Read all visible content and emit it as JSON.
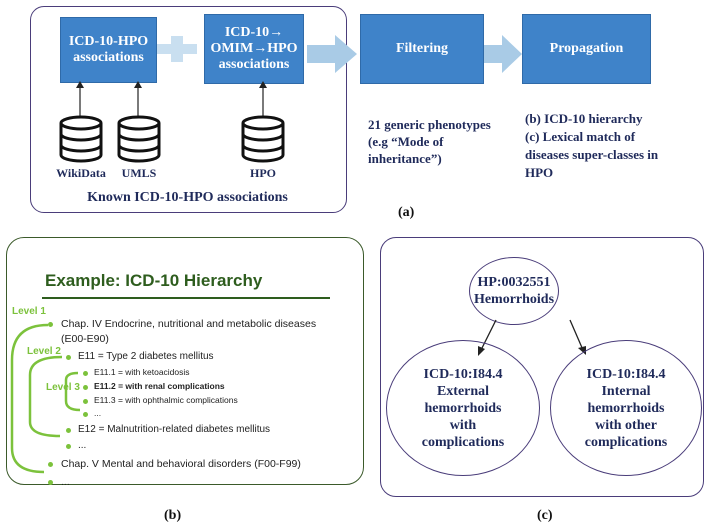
{
  "panel_a": {
    "box1": "ICD-10-HPO associations",
    "box2": "ICD-10→ OMIM→HPO associations",
    "box3": "Filtering",
    "box4": "Propagation",
    "db_wikidata": "WikiData",
    "db_umls": "UMLS",
    "db_hpo": "HPO",
    "frame_caption": "Known ICD-10-HPO associations",
    "filter_note_1": "21 generic phenotypes",
    "filter_note_2": "(e.g “Mode of",
    "filter_note_3": "inheritance”)",
    "prop_note_1": "(b) ICD-10 hierarchy",
    "prop_note_2": "(c) Lexical match of",
    "prop_note_3": "diseases super-classes in",
    "prop_note_4": "HPO",
    "label": "(a)"
  },
  "panel_b": {
    "title": "Example: ICD-10 Hierarchy",
    "level1": "Level 1",
    "level2": "Level 2",
    "level3": "Level 3",
    "chap4_a": "Chap. IV Endocrine, nutritional and metabolic diseases",
    "chap4_b": "(E00-E90)",
    "e11": "E11 = Type 2 diabetes mellitus",
    "e111": "E11.1 = with ketoacidosis",
    "e112": "E11.2 = with renal complications",
    "e113": "E11.3 = with ophthalmic complications",
    "ellipsis_l3": "...",
    "e12": "E12 = Malnutrition-related diabetes mellitus",
    "ellipsis_l2": "...",
    "chap5": "Chap. V Mental and behavioral disorders (F00-F99)",
    "ellipsis_l1": "...",
    "label": "(b)"
  },
  "panel_c": {
    "top_1": "HP:0032551",
    "top_2": "Hemorrhoids",
    "left_1": "ICD-10:I84.4",
    "left_2": "External",
    "left_3": "hemorrhoids",
    "left_4": "with",
    "left_5": "complications",
    "right_1": "ICD-10:I84.4",
    "right_2": "Internal",
    "right_3": "hemorrhoids",
    "right_4": "with other",
    "right_5": "complications",
    "label": "(c)"
  },
  "colors": {
    "box_blue": "#3f83c9",
    "arrow_blue": "#a9cbe6",
    "frame_purple": "#4a3d7a",
    "level_green": "#7cc23c",
    "title_green": "#2e5d1e"
  }
}
